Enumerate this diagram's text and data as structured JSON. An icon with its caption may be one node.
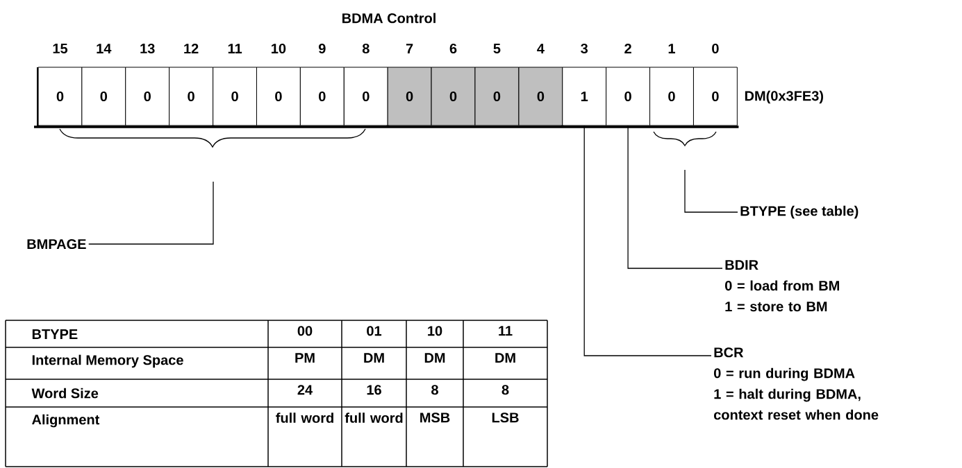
{
  "diagram": {
    "title": "BDMA Control",
    "nodes": [
      {
        "text": [
          "0"
        ],
        "beside": [
          "15"
        ]
      },
      {
        "text": [
          "0"
        ],
        "beside": [
          "14"
        ]
      },
      {
        "text": [
          "0"
        ],
        "beside": [
          "13"
        ]
      },
      {
        "text": [
          "0"
        ],
        "beside": [
          "12"
        ]
      },
      {
        "text": [
          "0"
        ],
        "beside": [
          "11"
        ]
      },
      {
        "text": [
          "0"
        ],
        "beside": [
          "10"
        ]
      },
      {
        "text": [
          "0"
        ],
        "beside": [
          "9"
        ]
      },
      {
        "text": [
          "0"
        ],
        "beside": [
          "8"
        ]
      },
      {
        "text": [
          "0"
        ],
        "beside": [
          "7"
        ]
      },
      {
        "text": [
          "0"
        ],
        "beside": [
          "6"
        ]
      },
      {
        "text": [
          "0"
        ],
        "beside": [
          "5"
        ]
      },
      {
        "text": [
          "0"
        ],
        "beside": [
          "4"
        ]
      },
      {
        "text": [
          "1"
        ],
        "beside": [
          "3"
        ]
      },
      {
        "text": [
          "0"
        ],
        "beside": [
          "2"
        ]
      },
      {
        "text": [
          "0"
        ],
        "beside": [
          "1"
        ]
      },
      {
        "text": [
          "0"
        ],
        "beside": [
          "0"
        ]
      },
      {
        "text": [
          "BMPAGE"
        ]
      },
      {
        "text": [
          "BTYPE (see table)"
        ]
      },
      {
        "text": [
          "BDIR",
          "0 = load from BM",
          "1 = store to BM"
        ]
      },
      {
        "text": [
          "BCR",
          "0 = run during BDMA",
          "1 = halt during BDMA, context reset when done"
        ]
      }
    ],
    "edges": [
      {
        "from": 16,
        "to": null,
        "arrow": "none"
      },
      {
        "from": 17,
        "to": null,
        "arrow": "none"
      },
      {
        "from": 18,
        "to": 13,
        "arrow": "none"
      },
      {
        "from": 19,
        "to": 12,
        "arrow": "none"
      }
    ],
    "labels": [
      "DM(0x3FE3)",
      "BTYPE",
      "00",
      "01",
      "10",
      "11",
      "Internal Memory Space",
      "PM",
      "DM",
      "DM",
      "DM",
      "Word Size",
      "24",
      "16",
      "8",
      "8",
      "Alignment",
      "full word",
      "full word",
      "MSB",
      "LSB"
    ]
  }
}
